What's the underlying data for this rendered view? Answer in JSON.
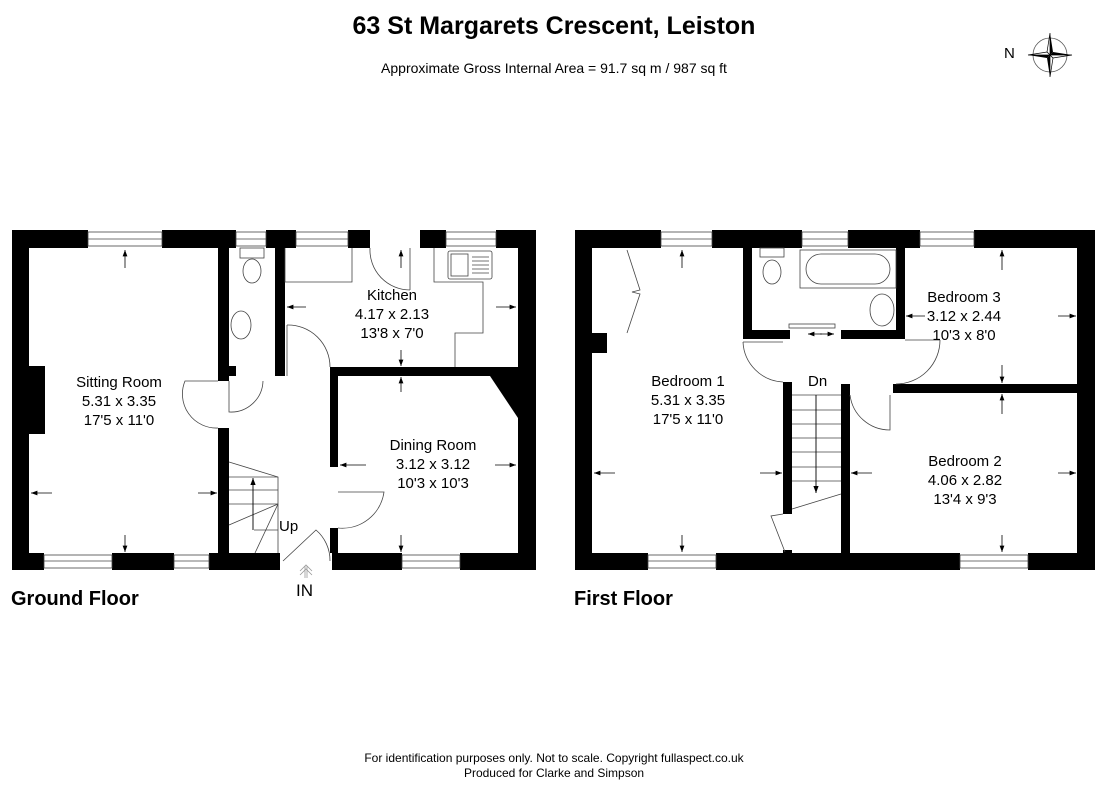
{
  "header": {
    "title": "63 St Margarets Crescent, Leiston",
    "subtitle": "Approximate Gross Internal Area = 91.7 sq m / 987 sq ft"
  },
  "compass": {
    "label": "N",
    "icon": "compass-rose-icon"
  },
  "floors": {
    "ground": {
      "label": "Ground Floor",
      "entrance_label": "IN",
      "stairs_label": "Up",
      "rooms": {
        "sitting": {
          "name": "Sitting Room",
          "metric": "5.31 x 3.35",
          "imperial": "17'5 x 11'0"
        },
        "kitchen": {
          "name": "Kitchen",
          "metric": "4.17 x 2.13",
          "imperial": "13'8 x 7'0"
        },
        "dining": {
          "name": "Dining Room",
          "metric": "3.12 x 3.12",
          "imperial": "10'3 x 10'3"
        }
      }
    },
    "first": {
      "label": "First Floor",
      "stairs_label": "Dn",
      "rooms": {
        "bedroom1": {
          "name": "Bedroom 1",
          "metric": "5.31 x 3.35",
          "imperial": "17'5 x 11'0"
        },
        "bedroom2": {
          "name": "Bedroom 2",
          "metric": "4.06 x 2.82",
          "imperial": "13'4 x 9'3"
        },
        "bedroom3": {
          "name": "Bedroom 3",
          "metric": "3.12 x 2.44",
          "imperial": "10'3 x 8'0"
        }
      }
    }
  },
  "footer": {
    "line1": "For identification purposes only. Not to scale. Copyright fullaspect.co.uk",
    "line2": "Produced for Clarke and Simpson"
  },
  "colors": {
    "wall": "#000000",
    "background": "#ffffff",
    "line": "#333333"
  }
}
